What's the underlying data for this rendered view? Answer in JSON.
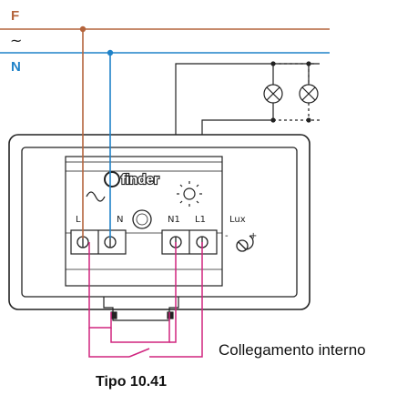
{
  "supply": {
    "phase_label": "F",
    "ac_symbol": "~",
    "neutral_label": "N"
  },
  "device": {
    "brand": "finder",
    "terminals": {
      "line": "L",
      "neutral": "N",
      "n1": "N1",
      "l1": "L1"
    },
    "lux_label": "Lux",
    "lux_minus": "-",
    "lux_plus": "+"
  },
  "caption": "Collegamento interno",
  "model": "Tipo 10.41",
  "colors": {
    "phase": "#b4643c",
    "neutral": "#1f82c8",
    "internal": "#d0257f",
    "outline": "#222222"
  }
}
